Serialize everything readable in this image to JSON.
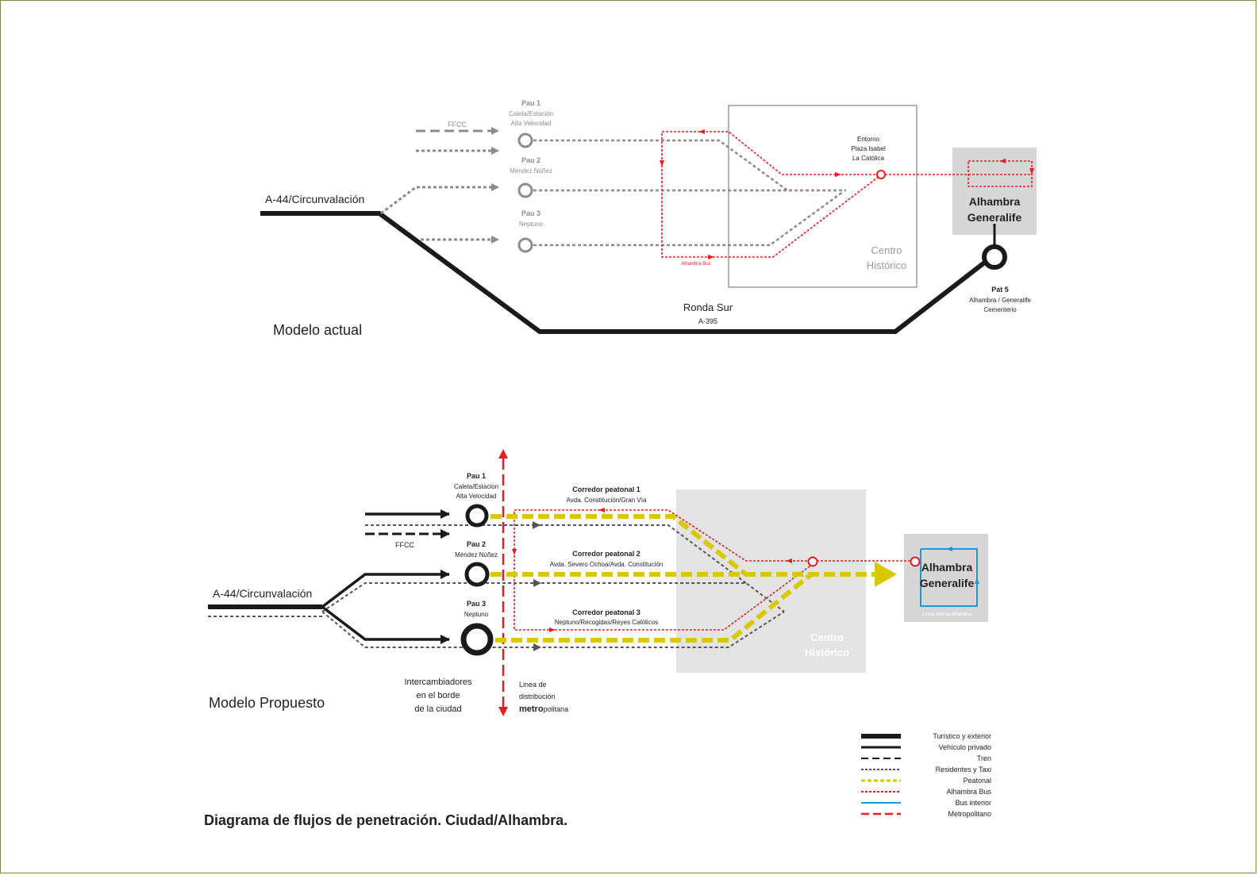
{
  "title": "Diagrama de flujos de penetración. Ciudad/Alhambra.",
  "colors": {
    "road": "#1a1a1a",
    "gray": "#8c8c8c",
    "dark_dashed": "#555555",
    "red": "#e31e24",
    "yellow": "#d9c800",
    "blue": "#1a9ad6",
    "box_fill": "#d6d6d6",
    "centro_fill": "#e3e3e3"
  },
  "actual": {
    "model_label": "Modelo actual",
    "road_label": "A-44/Circunvalación",
    "ffcc": "FFCC",
    "pau1": {
      "name": "Pau 1",
      "l1": "Caleta/Estación",
      "l2": "Alta Velocidad"
    },
    "pau2": {
      "name": "Pau 2",
      "l1": "Méndez Núñez"
    },
    "pau3": {
      "name": "Pau 3",
      "l1": "Neptuno"
    },
    "entorno": {
      "l1": "Entorno",
      "l2": "Plaza Isabel",
      "l3": "La Católica"
    },
    "alhambra": {
      "l1": "Alhambra",
      "l2": "Generalife"
    },
    "centro": {
      "l1": "Centro",
      "l2": "Histórico"
    },
    "alhambra_bus": "Alhambra Bus",
    "ronda": {
      "l1": "Ronda Sur",
      "l2": "A-395"
    },
    "pat5": {
      "name": "Pat 5",
      "l1": "Alhambra / Generalife",
      "l2": "Cementerio"
    }
  },
  "propuesto": {
    "model_label": "Modelo Propuesto",
    "road_label": "A-44/Circunvalación",
    "ffcc": "FFCC",
    "pau1": {
      "name": "Pau 1",
      "l1": "Caleta/Estacion",
      "l2": "Alta Velocidad"
    },
    "pau2": {
      "name": "Pau 2",
      "l1": "Méndez Núñez"
    },
    "pau3": {
      "name": "Pau 3",
      "l1": "Neptuno"
    },
    "corredor1": {
      "name": "Corredor peatonal 1",
      "l1": "Avda. Constitución/Gran Vía"
    },
    "corredor2": {
      "name": "Corredor peatonal 2",
      "l1": "Avda. Severo Ochoa/Avda. Constitución"
    },
    "corredor3": {
      "name": "Corredor peatonal 3",
      "l1": "Neptuno/Recogidas/Reyes Católicos"
    },
    "centro": {
      "l1": "Centro",
      "l2": "Histórico"
    },
    "alhambra": {
      "l1": "Alhambra",
      "l2": "Generalife"
    },
    "linea_interna": "Linea interna Alhambra",
    "intercambiadores": {
      "l1": "Intercambiadores",
      "l2": "en el borde",
      "l3": "de la ciudad"
    },
    "linea_dist": {
      "l1": "Linea de",
      "l2": "distribución",
      "l3_bold": "metro",
      "l3_rest": "politana"
    }
  },
  "legend": [
    {
      "label": "Turístico y exterior",
      "style": "thick-solid"
    },
    {
      "label": "Vehículo privado",
      "style": "solid"
    },
    {
      "label": "Tren",
      "style": "dashed"
    },
    {
      "label": "Residentes y Taxi",
      "style": "dotted-dark"
    },
    {
      "label": "Peatonal",
      "style": "yellow-dashed"
    },
    {
      "label": "Alhambra Bus",
      "style": "red-dotted"
    },
    {
      "label": "Bus interior",
      "style": "blue-solid"
    },
    {
      "label": "Metropolitano",
      "style": "red-dashed"
    }
  ]
}
